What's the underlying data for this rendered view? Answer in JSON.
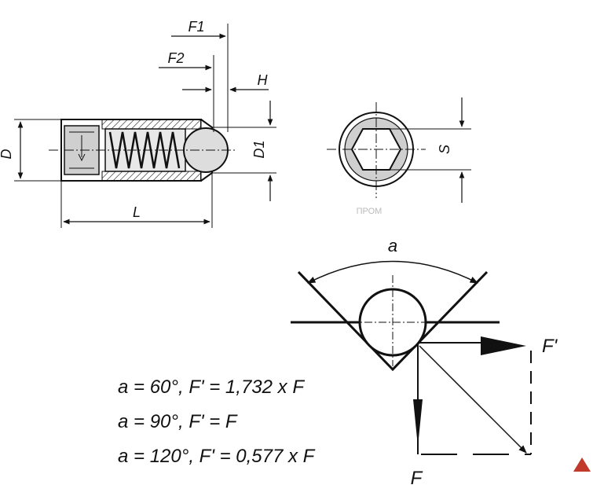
{
  "labels": {
    "F1": "F1",
    "F2": "F2",
    "H": "H",
    "D": "D",
    "D1": "D1",
    "L": "L",
    "S": "S",
    "a": "a",
    "F_prime": "F'",
    "F": "F"
  },
  "formulas": [
    "a = 60°, F' = 1,732 x F",
    "a = 90°, F' = F",
    "a = 120°, F' = 0,577 x F"
  ],
  "watermark": "ПРОМ"
}
